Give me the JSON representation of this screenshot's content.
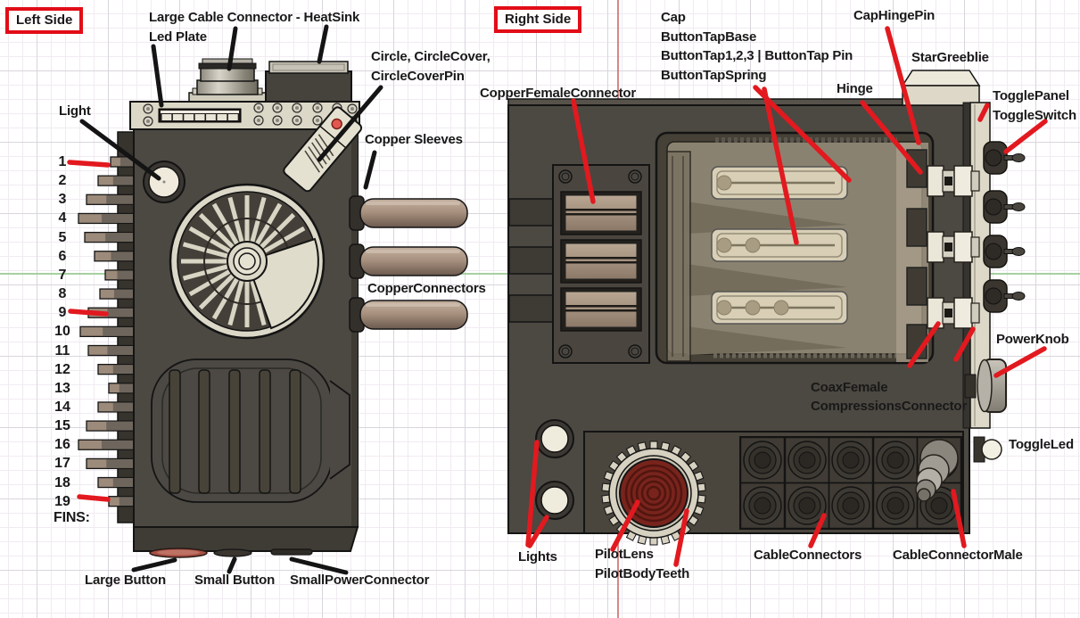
{
  "left_view": {
    "tag": "Left Side",
    "labels": {
      "heatsink_line": "Large Cable Connector - HeatSink",
      "led_plate": "Led Plate",
      "light": "Light",
      "circle_group_line1": "Circle, CircleCover,",
      "circle_group_line2": "CircleCoverPin",
      "copper_sleeves": "Copper Sleeves",
      "copper_connectors": "CopperConnectors",
      "fins_heading": "FINS:",
      "large_button": "Large Button",
      "small_button": "Small Button",
      "small_power_connector": "SmallPowerConnector"
    },
    "fin_numbers": [
      "1",
      "2",
      "3",
      "4",
      "5",
      "6",
      "7",
      "8",
      "9",
      "10",
      "11",
      "12",
      "13",
      "14",
      "15",
      "16",
      "17",
      "18",
      "19"
    ]
  },
  "right_view": {
    "tag": "Right Side",
    "labels": {
      "copper_female_connector": "CopperFemaleConnector",
      "cap": "Cap",
      "button_tap_base": "ButtonTapBase",
      "button_tap_123": "ButtonTap1,2,3 | ButtonTap Pin",
      "button_tap_spring": "ButtonTapSpring",
      "cap_hinge_pin": "CapHingePin",
      "star_greeblie": "StarGreeblie",
      "hinge": "Hinge",
      "toggle_panel": "TogglePanel",
      "toggle_switch": "ToggleSwitch",
      "power_knob": "PowerKnob",
      "coax_female_line1": "CoaxFemale",
      "coax_female_line2": "CompressionsConnector",
      "toggle_led": "ToggleLed",
      "lights": "Lights",
      "pilot_lens": "PilotLens",
      "pilot_body_teeth": "PilotBodyTeeth",
      "cable_connectors": "CableConnectors",
      "cable_connector_male": "CableConnectorMale"
    }
  },
  "colors": {
    "annotation_red": "#e2191f",
    "annotation_black": "#141414",
    "tag_border_red": "#e20d17",
    "body_dark": "#4c4842",
    "cream_panel": "#ddd8c7",
    "copper": "#a8917f",
    "pilot_lens_red": "#78241d",
    "grid_axis_red": "#cc6a6a",
    "grid_axis_green": "#9ccb96"
  }
}
